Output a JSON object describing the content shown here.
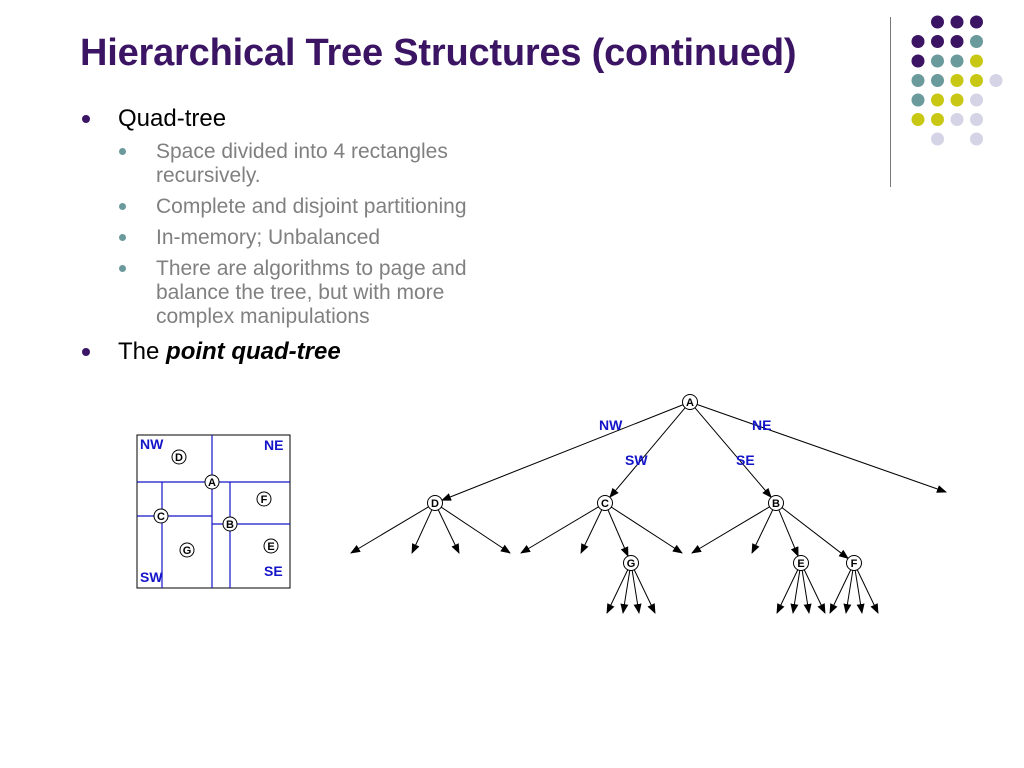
{
  "slide": {
    "title": "Hierarchical Tree Structures (continued)",
    "bullets": [
      {
        "text": "Quad-tree",
        "sub": [
          "Space divided into 4 rectangles recursively.",
          "Complete and disjoint partitioning",
          "In-memory; Unbalanced",
          "There are algorithms to page and balance the tree, but with more complex manipulations"
        ]
      }
    ],
    "bullet2_prefix": "The ",
    "bullet2_emph": "point quad-tree"
  },
  "colors": {
    "title": "#3b1464",
    "purple": "#3b1464",
    "teal": "#6a9a9c",
    "yellow": "#c8c814",
    "lavender": "#d4d4e6",
    "blue": "#1414c8"
  },
  "region": {
    "quadrants": [
      "NW",
      "NE",
      "SW",
      "SE"
    ],
    "points": [
      "D",
      "A",
      "F",
      "C",
      "B",
      "G",
      "E"
    ]
  },
  "tree": {
    "root": "A",
    "edge_labels": [
      "NW",
      "NE",
      "SW",
      "SE"
    ],
    "level1": [
      "D",
      "C",
      "B"
    ],
    "level2": [
      "G",
      "E",
      "F"
    ]
  }
}
